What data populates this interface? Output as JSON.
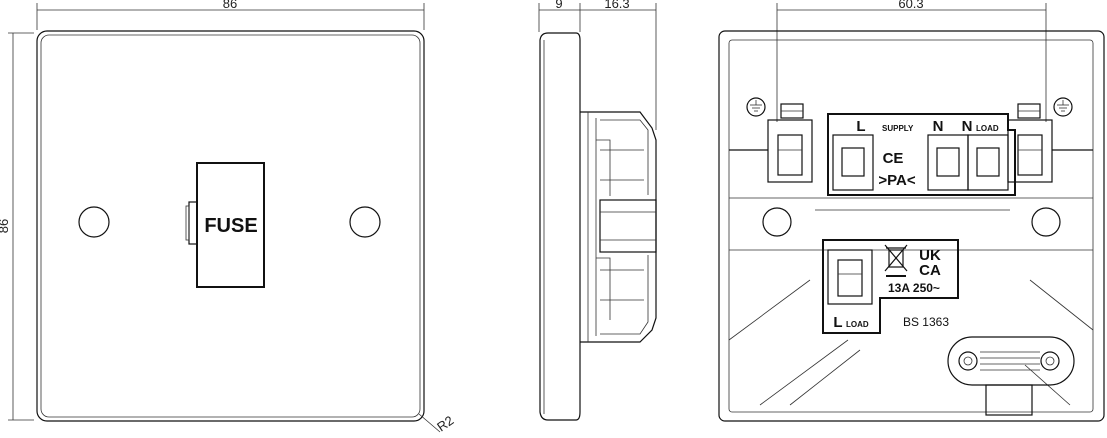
{
  "dimensions": {
    "front_width": "86",
    "front_height": "86",
    "radius": "R2",
    "side_plate_depth": "9",
    "side_body_depth": "16.3",
    "rear_screw_span": "60.3"
  },
  "front_view": {
    "fuse_label": "FUSE"
  },
  "rear_view": {
    "terminal_l": "L",
    "terminal_supply": "SUPPLY",
    "terminal_n1": "N",
    "terminal_n2": "N",
    "terminal_n2_sub": "LOAD",
    "ce_mark": "CE",
    "pa_mark": ">PA<",
    "uk_mark_line1": "UK",
    "uk_mark_line2": "CA",
    "rating": "13A 250~",
    "terminal_l_load": "L",
    "terminal_l_load_sub": "LOAD",
    "standard": "BS 1363"
  },
  "colors": {
    "line": "#111111",
    "background": "#ffffff"
  }
}
